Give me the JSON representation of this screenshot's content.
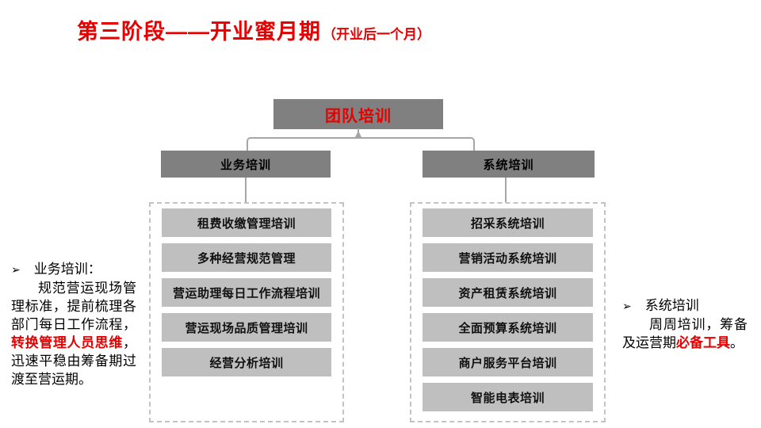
{
  "slide": {
    "title": {
      "main": "第三阶段——开业蜜月期",
      "sub": "（开业后一个月）"
    }
  },
  "tree": {
    "root": "团队培训",
    "branches": [
      {
        "label": "业务培训",
        "items": [
          "租费收缴管理培训",
          "多种经营规范管理",
          "营运助理每日工作流程培训",
          "营运现场品质管理培训",
          "经营分析培训"
        ]
      },
      {
        "label": "系统培训",
        "items": [
          "招采系统培训",
          "营销活动系统培训",
          "资产租赁系统培训",
          "全面预算系统培训",
          "商户服务平台培训",
          "智能电表培训"
        ]
      }
    ]
  },
  "notes": [
    {
      "bullet": "➢",
      "title": "业务培训：",
      "body_before": "规范营运现场管理标准，提前梳理各部门每日工作流程，",
      "highlight": "转换管理人员思维",
      "body_after": "，迅速平稳由筹备期过渡至营运期。"
    },
    {
      "bullet": "➢",
      "title": "系统培训",
      "body_before": "周周培训，筹备及运营期",
      "highlight": "必备工具",
      "body_after": "。"
    }
  ],
  "colors": {
    "accent_red": "#e60000",
    "node_dark_gray": "#808080",
    "node_light_gray": "#bfbfbf",
    "connector_gray": "#a6a6a6",
    "dashed_border_gray": "#c3c3c3"
  }
}
